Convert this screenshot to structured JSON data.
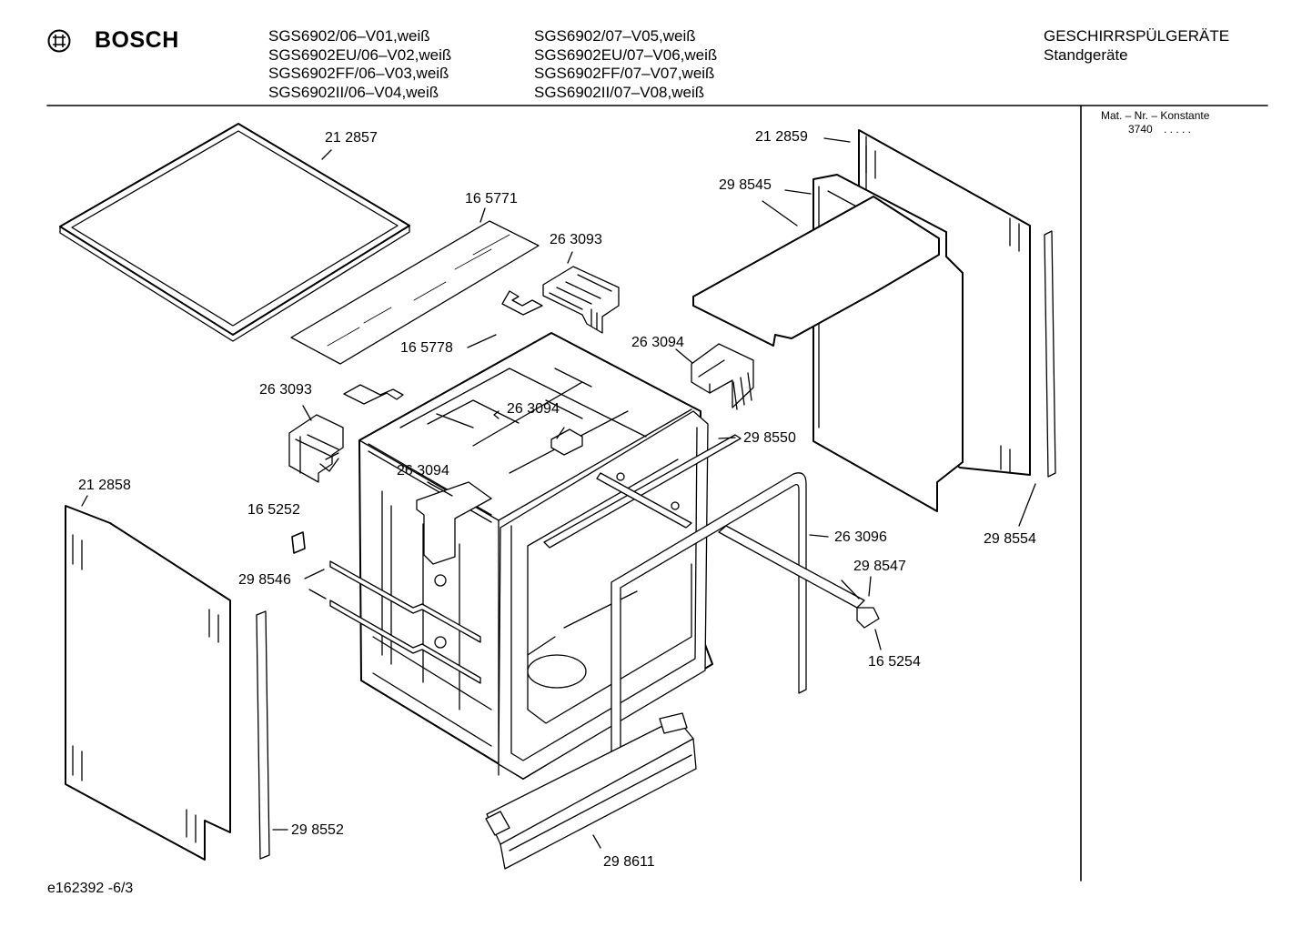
{
  "header": {
    "brand": "BOSCH",
    "models_col1": [
      "SGS6902/06–V01,weiß",
      "SGS6902EU/06–V02,weiß",
      "SGS6902FF/06–V03,weiß",
      "SGS6902II/06–V04,weiß"
    ],
    "models_col2": [
      "SGS6902/07–V05,weiß",
      "SGS6902EU/07–V06,weiß",
      "SGS6902FF/07–V07,weiß",
      "SGS6902II/07–V08,weiß"
    ],
    "category": "GESCHIRRSPÜLGERÄTE",
    "subcategory": "Standgeräte"
  },
  "sidebar": {
    "mat_label": "Mat. – Nr. – Konstante",
    "mat_value": "3740",
    "mat_dots": ". . . . ."
  },
  "parts": {
    "p212857": "21 2857",
    "p165771": "16 5771",
    "p263093_top": "26 3093",
    "p165778": "16 5778",
    "p263093_left": "26 3093",
    "p263094_mid": "26 3094",
    "p263094_right": "26 3094",
    "p263094_side": "26 3094",
    "p212858": "21 2858",
    "p165252": "16 5252",
    "p298546": "29 8546",
    "p298552": "29 8552",
    "p298611": "29 8611",
    "p212859": "21 2859",
    "p298545": "29 8545",
    "p298550": "29 8550",
    "p263096": "26 3096",
    "p298547": "29 8547",
    "p165254": "16 5254",
    "p298554": "29 8554"
  },
  "footer": {
    "drawing_id": "e162392 -6/3"
  }
}
